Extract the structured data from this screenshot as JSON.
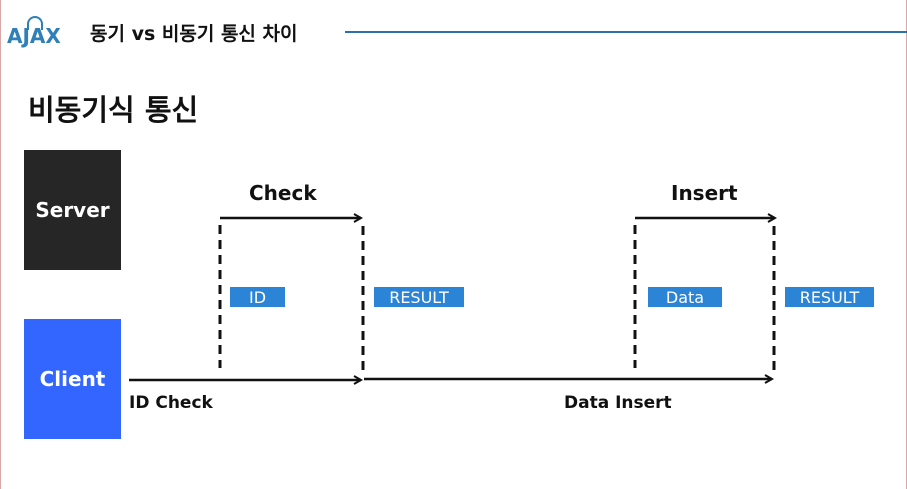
{
  "header": {
    "logo_text": "AJAX",
    "title": "동기 vs 비동기 통신 차이"
  },
  "section_title": "비동기식 통신",
  "server_label": "Server",
  "client_label": "Client",
  "flows": [
    {
      "request_label": "Check",
      "sent_value": "ID",
      "result_value": "RESULT",
      "caption": "ID Check"
    },
    {
      "request_label": "Insert",
      "sent_value": "Data",
      "result_value": "RESULT",
      "caption": "Data Insert"
    }
  ],
  "colors": {
    "accent": "#2b84d6",
    "server": "#262626",
    "client": "#3366ff",
    "header_line": "#2f6fa8"
  }
}
